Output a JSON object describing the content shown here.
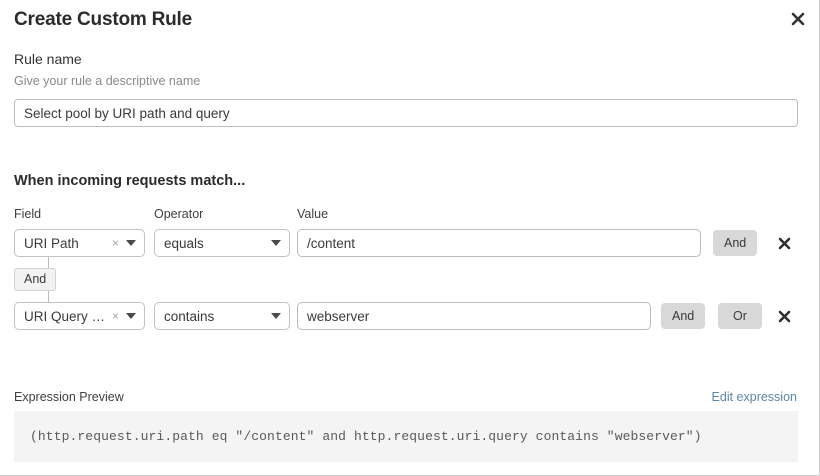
{
  "dialog": {
    "title": "Create Custom Rule",
    "close_icon": "close-icon"
  },
  "rule_name": {
    "label": "Rule name",
    "hint": "Give your rule a descriptive name",
    "value": "Select pool by URI path and query",
    "placeholder": "Select pool by URI path and query"
  },
  "conditions": {
    "heading": "When incoming requests match...",
    "columns": {
      "field": "Field",
      "operator": "Operator",
      "value": "Value"
    },
    "connector_label": "And",
    "rows": [
      {
        "field": "URI Path",
        "operator": "equals",
        "value": "/content",
        "clear": "×",
        "and_label": "And"
      },
      {
        "field": "URI Query St...",
        "operator": "contains",
        "value": "webserver",
        "clear": "×",
        "and_label": "And",
        "or_label": "Or"
      }
    ]
  },
  "expression": {
    "label": "Expression Preview",
    "edit_link": "Edit expression",
    "text": "(http.request.uri.path eq \"/content\" and http.request.uri.query contains \"webserver\")"
  },
  "colors": {
    "link": "#5b87a8",
    "logic_button": "#d8d8d8",
    "preview_bg": "#f4f4f4",
    "border": "#c3c3c3"
  }
}
